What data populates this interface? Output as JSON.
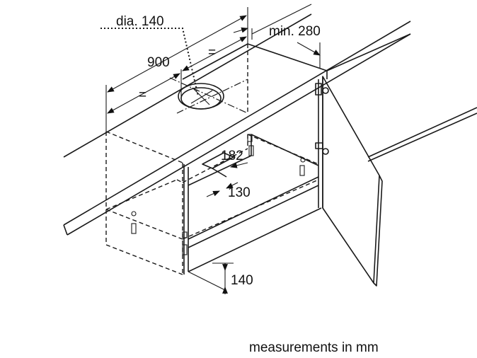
{
  "labels": {
    "duct_diameter": "dia. 140",
    "min_gap": "min. 280",
    "width": "900",
    "equal_left": "=",
    "equal_right": "=",
    "cutout_depth": "182",
    "cutout_width": "130",
    "bottom_height": "140",
    "units_note": "measurements in mm"
  }
}
